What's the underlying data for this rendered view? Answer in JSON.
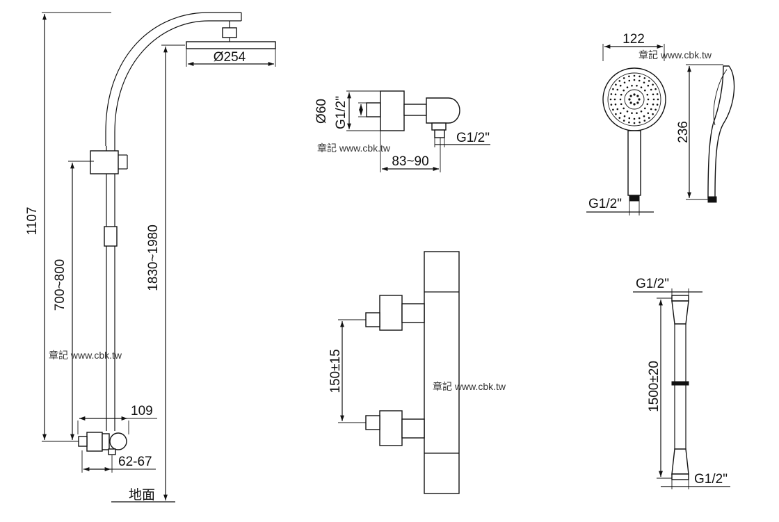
{
  "watermark": "章記 www.cbk.tw",
  "shower_column": {
    "height_total": "1107",
    "slide_range": "700~800",
    "install_height": "1830~1980",
    "head_diameter": "Ø254",
    "valve_depth": "109",
    "valve_offset": "62-67",
    "floor_label": "地面"
  },
  "valve_side_view": {
    "diameter": "Ø60",
    "inlet_thread": "G1/2\"",
    "outlet_thread": "G1/2\"",
    "center_distance": "83~90"
  },
  "hand_shower": {
    "width": "122",
    "length": "236",
    "thread": "G1/2\""
  },
  "thermostatic_bar": {
    "center_distance": "150±15"
  },
  "hose": {
    "length": "1500±20",
    "thread_top": "G1/2\"",
    "thread_bottom": "G1/2\""
  }
}
